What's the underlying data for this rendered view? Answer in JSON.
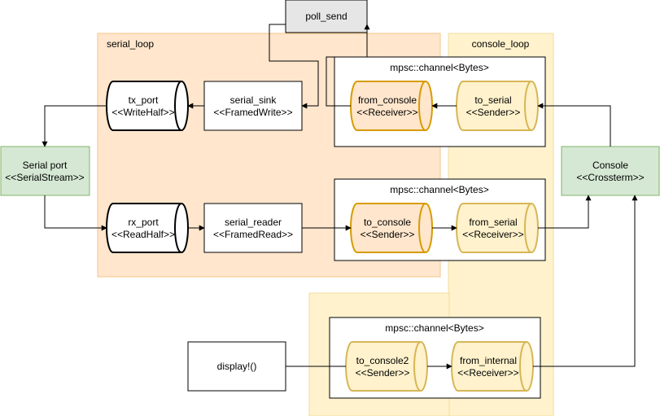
{
  "regions": {
    "serial_loop": "serial_loop",
    "console_loop": "console_loop"
  },
  "nodes": {
    "poll_send": "poll_send",
    "tx_port": {
      "line1": "tx_port",
      "line2": "<<WriteHalf>>"
    },
    "rx_port": {
      "line1": "rx_port",
      "line2": "<<ReadHalf>>"
    },
    "serial_sink": {
      "line1": "serial_sink",
      "line2": "<<FramedWrite>>"
    },
    "serial_reader": {
      "line1": "serial_reader",
      "line2": "<<FramedRead>>"
    },
    "serial_port": {
      "line1": "Serial port",
      "line2": "<<SerialStream>>"
    },
    "console": {
      "line1": "Console",
      "line2": "<<Crossterm>>"
    },
    "display": "display!()"
  },
  "channels": {
    "top": {
      "title": "mpsc::channel<Bytes>",
      "left": {
        "line1": "from_console",
        "line2": "<<Receiver>>"
      },
      "right": {
        "line1": "to_serial",
        "line2": "<<Sender>>"
      }
    },
    "middle": {
      "title": "mpsc::channel<Bytes>",
      "left": {
        "line1": "to_console",
        "line2": "<<Sender>>"
      },
      "right": {
        "line1": "from_serial",
        "line2": "<<Receiver>>"
      }
    },
    "bottom": {
      "title": "mpsc::channel<Bytes>",
      "left": {
        "line1": "to_console2",
        "line2": "<<Sender>>"
      },
      "right": {
        "line1": "from_internal",
        "line2": "<<Receiver>>"
      }
    }
  },
  "colors": {
    "serial_loop_fill": "#ffe6cc",
    "serial_loop_stroke": "#f5c48a",
    "console_loop_fill": "#fff2cc",
    "console_loop_stroke": "#f2dea0",
    "active_cylinder_fill": "#ffe6cc",
    "active_cylinder_stroke": "#d79b00",
    "passive_cylinder_fill": "#fff2cc",
    "passive_cylinder_stroke": "#d6b656",
    "green_fill": "#d5e8d4",
    "green_stroke": "#82b366",
    "grey_fill": "#e6e6e6"
  }
}
